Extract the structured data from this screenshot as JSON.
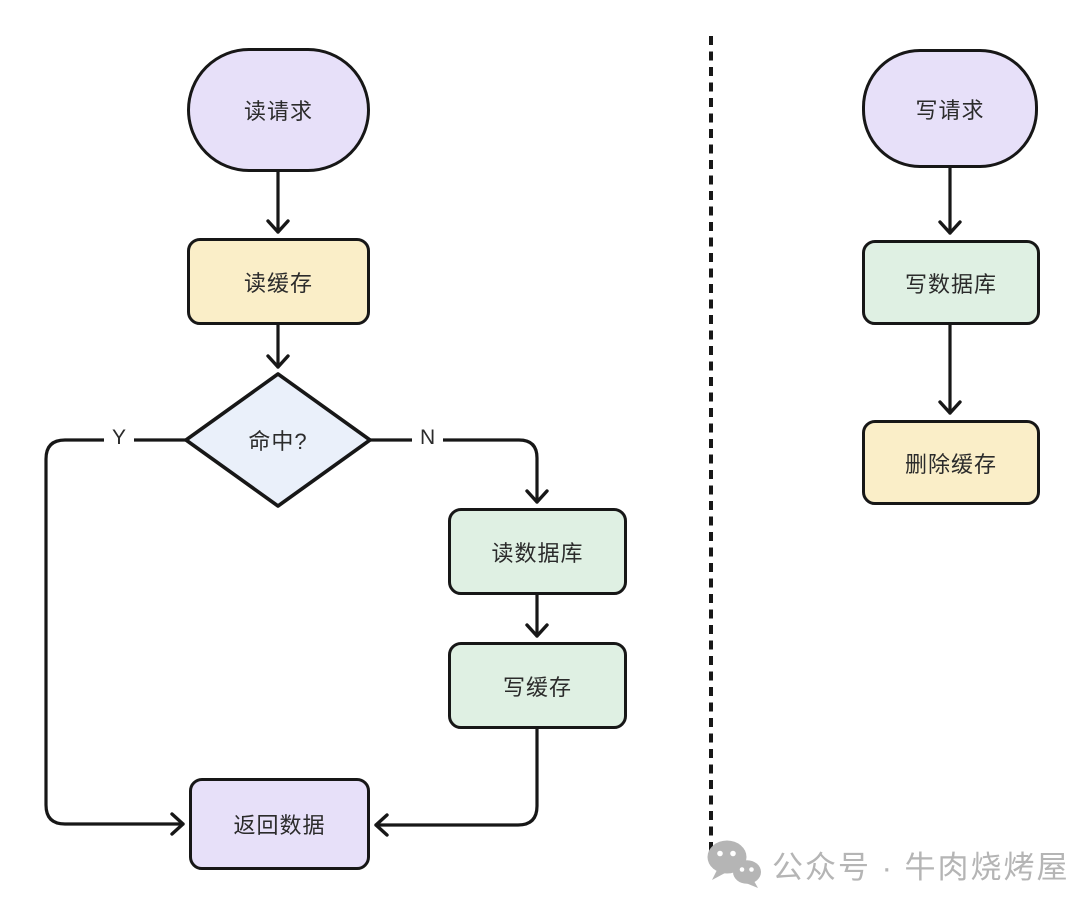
{
  "nodes": {
    "read_request": "读请求",
    "read_cache": "读缓存",
    "hit_decision": "命中?",
    "read_db": "读数据库",
    "write_cache": "写缓存",
    "return_data": "返回数据",
    "write_request": "写请求",
    "write_db": "写数据库",
    "delete_cache": "删除缓存"
  },
  "edge_labels": {
    "yes": "Y",
    "no": "N"
  },
  "watermark": {
    "icon": "wechat-icon",
    "text": "公众号 · 牛肉烧烤屋"
  },
  "colors": {
    "node_purple": "#e7e0f9",
    "node_yellow": "#faeec8",
    "node_green": "#dff0e3",
    "diamond_blue": "#eaf0fa",
    "line": "#171717",
    "text": "#2b2b2b",
    "watermark_gray": "#b5b5b5"
  }
}
